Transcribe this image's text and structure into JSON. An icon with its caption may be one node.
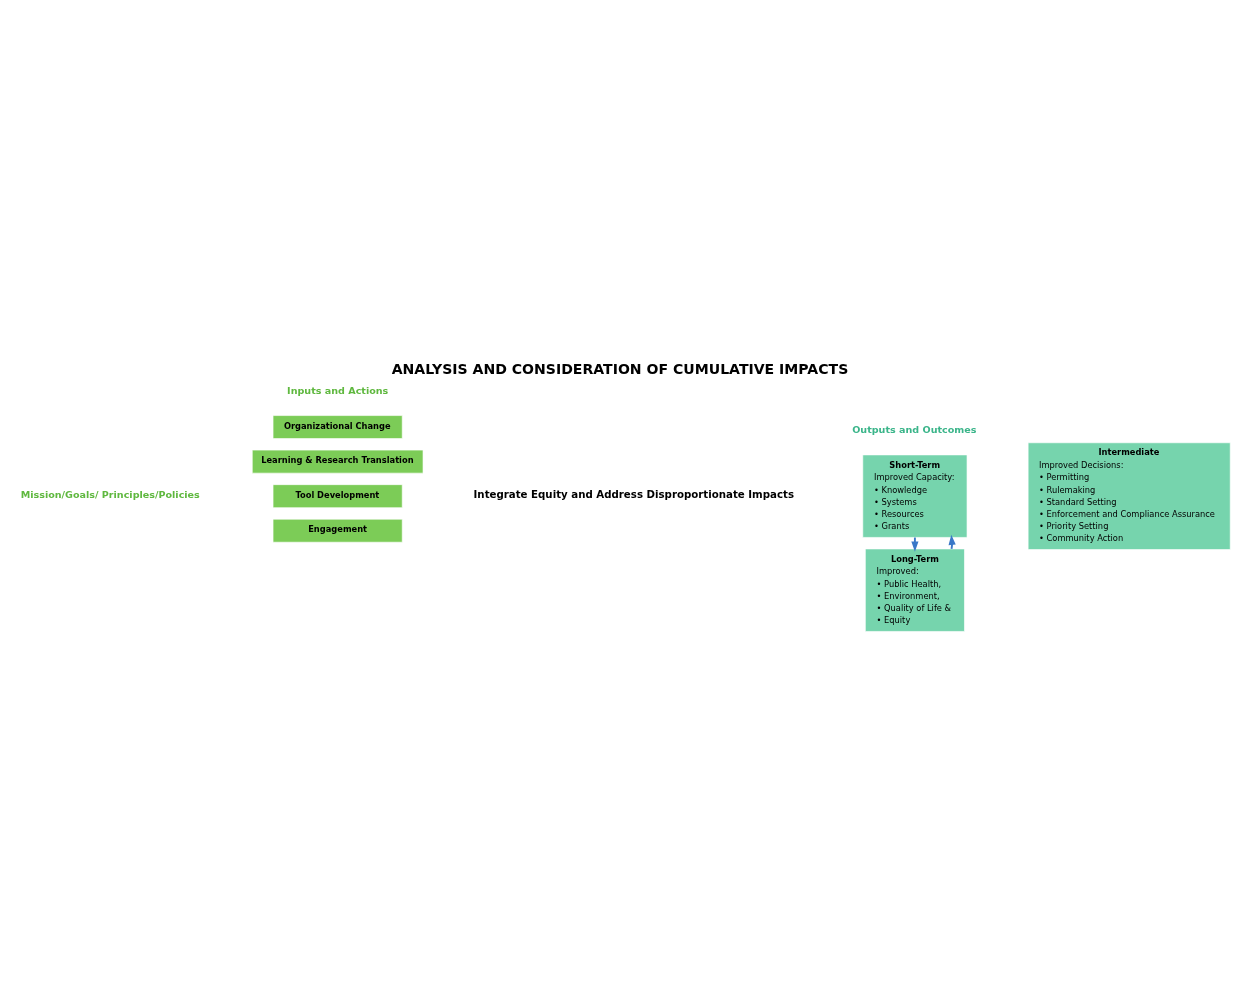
{
  "diagram": {
    "title": "ANALYSIS AND CONSIDERATION OF CUMULATIVE IMPACTS",
    "nodes": [
      {
        "text": [
          "Organizational Change"
        ]
      },
      {
        "text": [
          "Learning & Research Translation"
        ]
      },
      {
        "text": [
          "Tool Development"
        ]
      },
      {
        "text": [
          "Engagement"
        ]
      },
      {
        "text": [
          "Short-Term",
          "Improved Capacity:",
          "• Knowledge",
          "• Systems",
          "• Resources",
          "• Grants"
        ]
      },
      {
        "text": [
          "Intermediate",
          "Improved Decisions:",
          "• Permitting",
          "• Rulemaking",
          "• Standard Setting",
          "• Enforcement and Compliance Assurance",
          "• Priority Setting",
          "• Community Action"
        ]
      },
      {
        "text": [
          "Long-Term",
          "Improved:",
          "• Public Health,",
          "• Environment,",
          "• Quality of Life &",
          "• Equity"
        ]
      }
    ],
    "edges": [
      {
        "from": 6,
        "to": 4,
        "arrow": "to"
      },
      {
        "from": 4,
        "to": 6,
        "arrow": "to"
      }
    ],
    "labels": [
      "Inputs and Actions",
      "Outputs and Outcomes",
      "Mission/Goals/ Principles/Policies",
      "Integrate Equity and Address Disproportionate Impacts"
    ]
  }
}
